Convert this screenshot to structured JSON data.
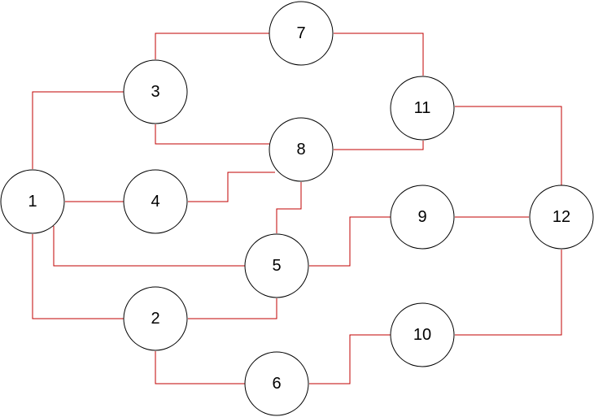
{
  "diagram": {
    "edge_color": "#c00000",
    "node_stroke_color": "#000000",
    "node_fill_color": "#ffffff",
    "nodes": [
      {
        "id": "n1",
        "label": "1"
      },
      {
        "id": "n2",
        "label": "2"
      },
      {
        "id": "n3",
        "label": "3"
      },
      {
        "id": "n4",
        "label": "4"
      },
      {
        "id": "n5",
        "label": "5"
      },
      {
        "id": "n6",
        "label": "6"
      },
      {
        "id": "n7",
        "label": "7"
      },
      {
        "id": "n8",
        "label": "8"
      },
      {
        "id": "n9",
        "label": "9"
      },
      {
        "id": "n10",
        "label": "10"
      },
      {
        "id": "n11",
        "label": "11"
      },
      {
        "id": "n12",
        "label": "12"
      }
    ],
    "edges": [
      {
        "from": "1",
        "to": "3"
      },
      {
        "from": "1",
        "to": "4"
      },
      {
        "from": "1",
        "to": "5"
      },
      {
        "from": "1",
        "to": "2"
      },
      {
        "from": "3",
        "to": "7"
      },
      {
        "from": "3",
        "to": "8"
      },
      {
        "from": "4",
        "to": "8"
      },
      {
        "from": "5",
        "to": "8"
      },
      {
        "from": "5",
        "to": "9"
      },
      {
        "from": "2",
        "to": "5"
      },
      {
        "from": "2",
        "to": "6"
      },
      {
        "from": "6",
        "to": "10"
      },
      {
        "from": "7",
        "to": "11"
      },
      {
        "from": "8",
        "to": "11"
      },
      {
        "from": "9",
        "to": "12"
      },
      {
        "from": "11",
        "to": "12"
      },
      {
        "from": "10",
        "to": "12"
      }
    ]
  }
}
